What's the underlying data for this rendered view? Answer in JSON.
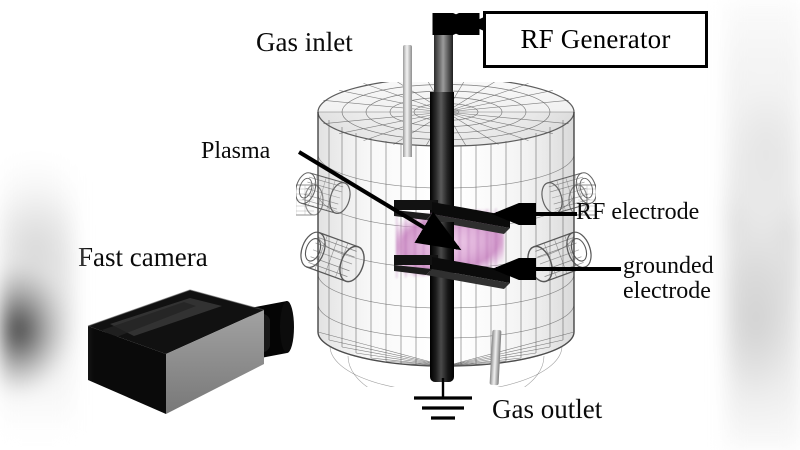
{
  "figure": {
    "title": "Capacitively coupled RF plasma reactor schematic",
    "background_color": "#ffffff"
  },
  "labels": {
    "gas_inlet": "Gas inlet",
    "plasma": "Plasma",
    "fast_camera": "Fast camera",
    "rf_electrode": "RF electrode",
    "grounded_electrode": "grounded electrode",
    "gas_outlet": "Gas outlet",
    "rf_generator": "RF Generator"
  },
  "components": {
    "chamber": {
      "name": "vacuum chamber",
      "style": "transparent wireframe mesh cylinder",
      "ports_visible": 4,
      "mesh_color": "#5a5a5a"
    },
    "plasma": {
      "name": "plasma glow region",
      "color": "#dfaed9",
      "accent_color": "#b469ad",
      "location": "between RF and grounded electrodes"
    },
    "rf_electrode": {
      "name": "powered RF electrode plate",
      "color": "#101010"
    },
    "grounded_electrode": {
      "name": "grounded electrode plate",
      "color": "#101010"
    },
    "rf_rod": {
      "name": "RF power feedthrough rod",
      "color": "#1a1a1a"
    },
    "gas_inlet_tube": {
      "name": "gas inlet tube",
      "color": "#cccccc"
    },
    "gas_outlet_tube": {
      "name": "gas outlet tube",
      "color": "#bdbdbd"
    },
    "fast_camera": {
      "name": "high speed camera",
      "body_color": "#8c8c8c",
      "top_color": "#0d0d0d",
      "lens_color": "#070707"
    },
    "ground_symbol": {
      "name": "electrical ground symbol",
      "color": "#000000"
    },
    "rf_generator_box": {
      "name": "RF generator enclosure",
      "border_color": "#000000",
      "fill_color": "#ffffff"
    }
  },
  "annotations": {
    "plasma_arrow": "arrow from Plasma label to glow region",
    "rf_electrode_arrow": "arrow from RF electrode label to upper plate",
    "grounded_electrode_arrow": "arrow from grounded electrode label to lower plate",
    "rf_link_arrow": "double headed arrow between RF rod and RF Generator"
  }
}
